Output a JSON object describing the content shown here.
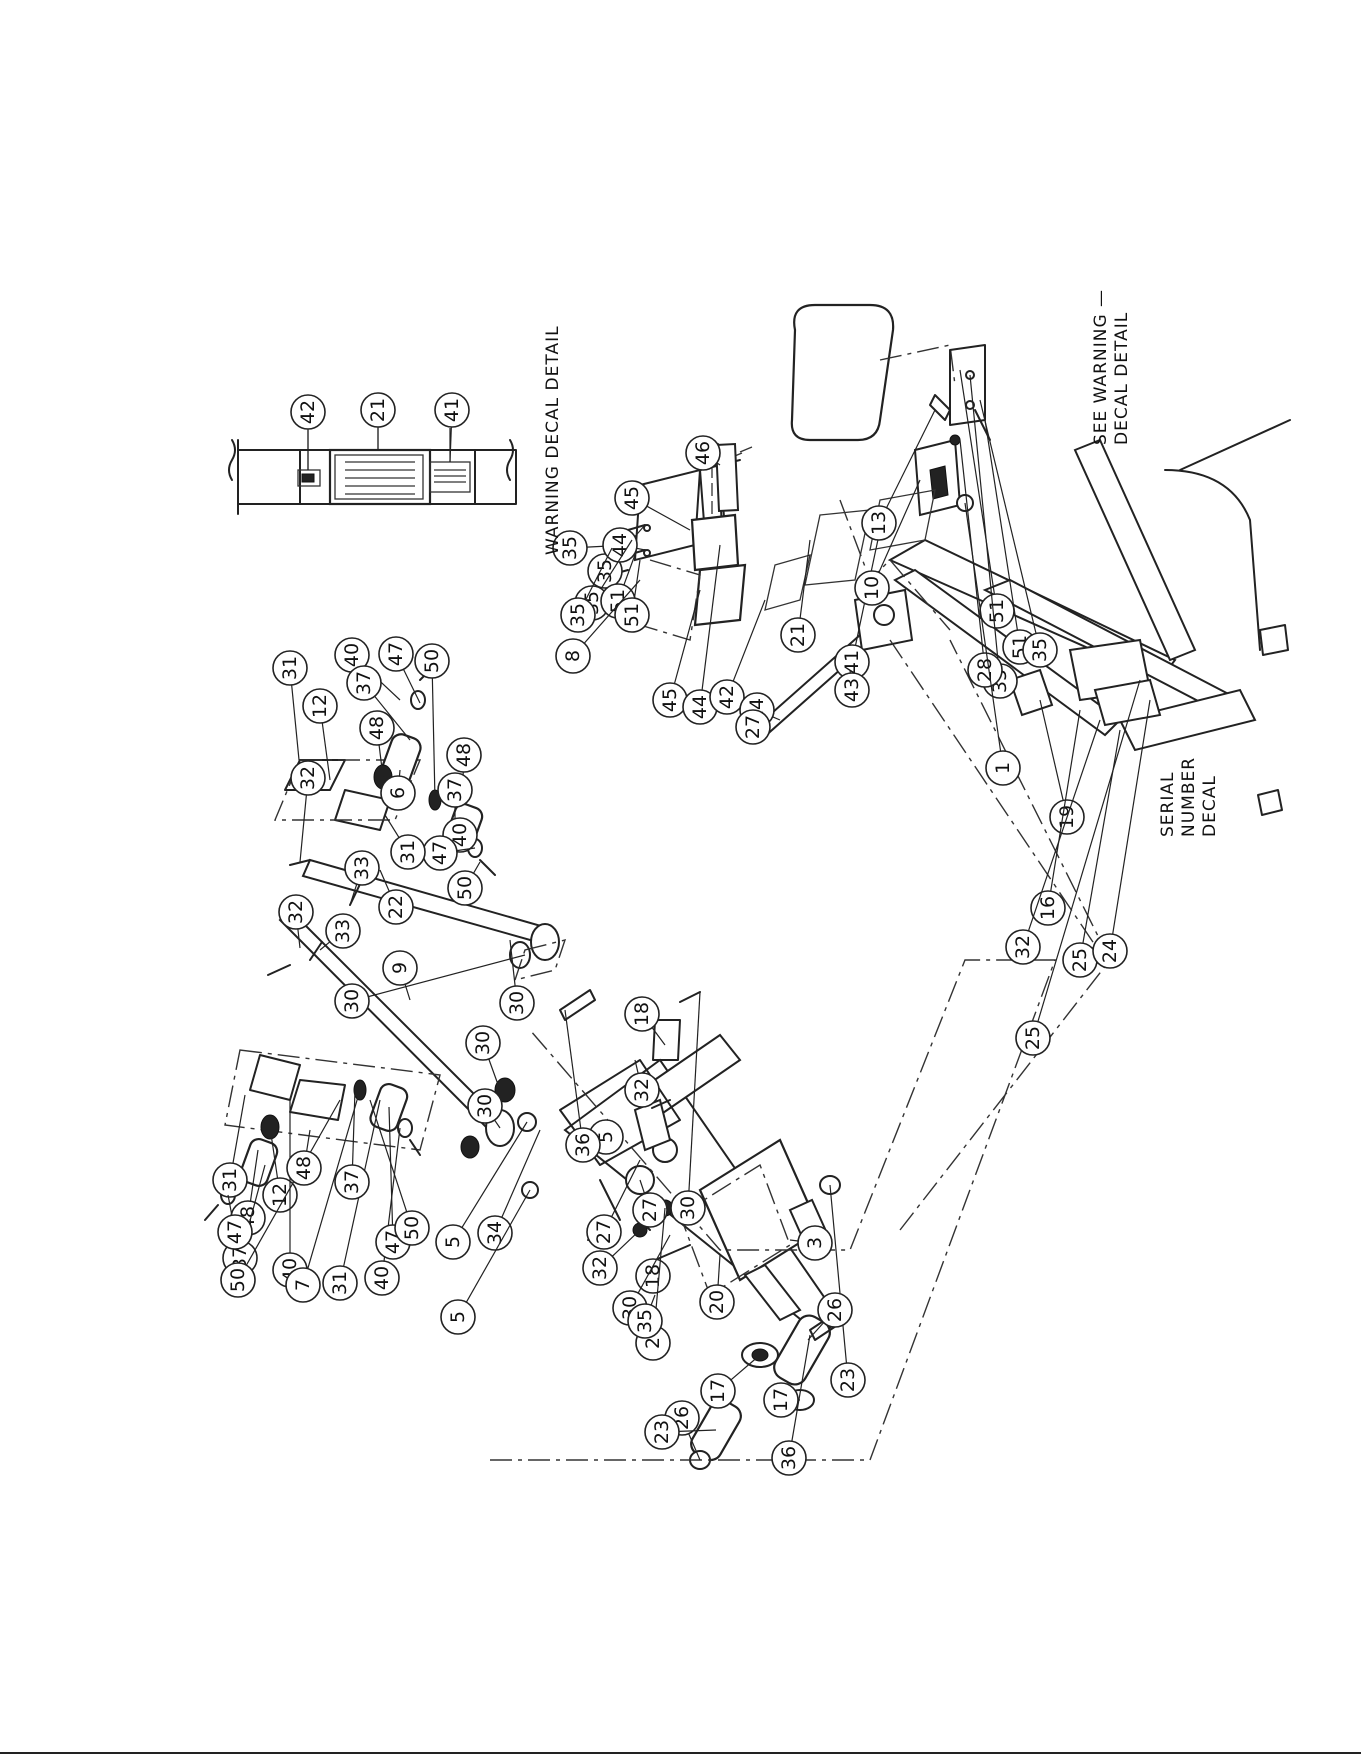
{
  "notes": {
    "warning_decal_detail": "WARNING DECAL DETAIL",
    "see_warning_1": "SEE WARNING —",
    "see_warning_2": "DECAL DETAIL",
    "serial_1": "SERIAL",
    "serial_2": "NUMBER",
    "serial_3": "DECAL"
  },
  "callouts": [
    "42",
    "21",
    "41",
    "31",
    "12",
    "32",
    "48",
    "40",
    "37",
    "47",
    "6",
    "50",
    "48",
    "37",
    "40",
    "47",
    "50",
    "31",
    "33",
    "22",
    "32",
    "33",
    "9",
    "30",
    "30",
    "30",
    "30",
    "31",
    "12",
    "48",
    "37",
    "47",
    "40",
    "50",
    "7",
    "31",
    "40",
    "47",
    "50",
    "37",
    "48",
    "5",
    "34",
    "5",
    "5",
    "36",
    "32",
    "18",
    "27",
    "30",
    "18",
    "32",
    "27",
    "30",
    "2",
    "35",
    "20",
    "3",
    "23",
    "26",
    "17",
    "17",
    "26",
    "23",
    "36",
    "35",
    "35",
    "44",
    "45",
    "46",
    "35",
    "51",
    "35",
    "51",
    "8",
    "45",
    "44",
    "42",
    "21",
    "41",
    "10",
    "13",
    "43",
    "51",
    "35",
    "51",
    "35",
    "28",
    "1",
    "14",
    "27",
    "19",
    "16",
    "32",
    "25",
    "24",
    "25"
  ]
}
